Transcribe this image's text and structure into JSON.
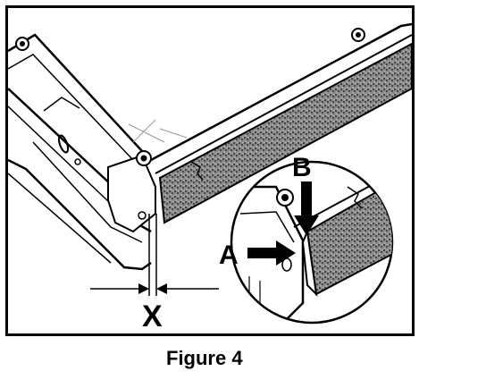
{
  "figure": {
    "caption": "Figure 4",
    "callouts": {
      "a": "A",
      "b": "B",
      "x": "X"
    }
  },
  "colors": {
    "ink": "#000000",
    "paper": "#ffffff",
    "foam": "#6e6e6e"
  }
}
